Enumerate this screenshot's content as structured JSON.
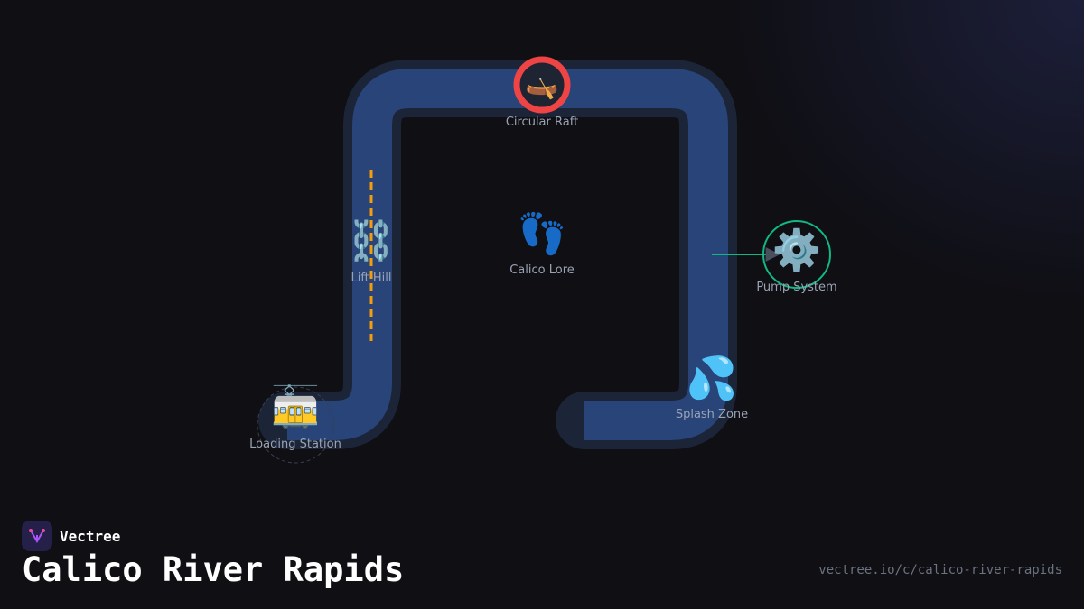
{
  "brand": {
    "name": "Vectree"
  },
  "title": "Calico River Rapids",
  "url": "vectree.io/c/calico-river-rapids",
  "colors": {
    "background": "#0f0f14",
    "track_fill": "#284478",
    "track_outline": "#1c2438",
    "raft_ring": "#ef4444",
    "lift_dash": "#f59e0b",
    "pump_ring": "#10b981"
  },
  "nodes": {
    "raft": {
      "icon": "canoe-icon",
      "glyph": "🛶",
      "label": "Circular Raft"
    },
    "lift": {
      "icon": "chains-icon",
      "glyph": "⛓️",
      "label": "Lift Hill"
    },
    "lore": {
      "icon": "footprints-icon",
      "glyph": "👣",
      "label": "Calico Lore"
    },
    "pump": {
      "icon": "gear-icon",
      "glyph": "⚙️",
      "label": "Pump System"
    },
    "splash": {
      "icon": "splash-icon",
      "glyph": "💦",
      "label": "Splash Zone"
    },
    "station": {
      "icon": "tram-icon",
      "glyph": "🚋",
      "label": "Loading Station"
    }
  }
}
